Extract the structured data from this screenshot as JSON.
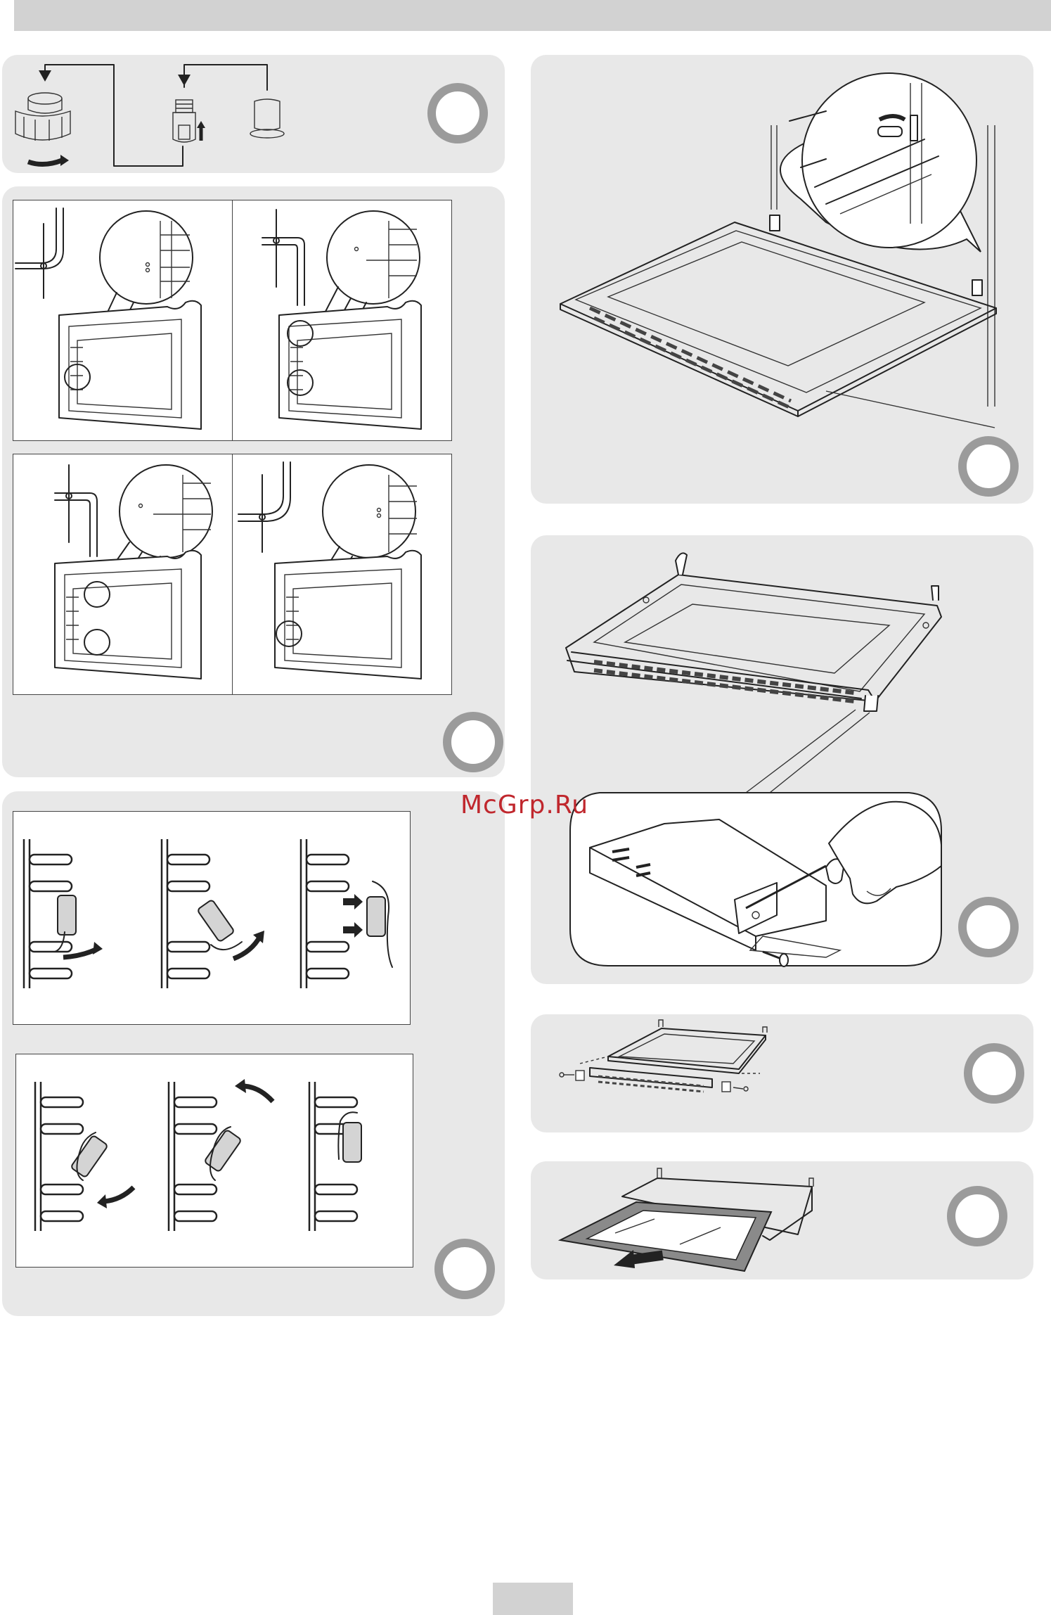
{
  "page": {
    "watermark_text": "McGrp.Ru",
    "watermark_color": "#c0272d",
    "panel_color": "#e8e8e8",
    "badge_color": "#9b9b9b",
    "bar_color": "#d2d2d2"
  },
  "figures": [
    {
      "id": "lamp-bulb-replacement",
      "icon": "lamp-cover-icon"
    },
    {
      "id": "rack-positions",
      "icon": "shelf-rail-icon"
    },
    {
      "id": "side-rail-clips",
      "icon": "clip-icon"
    },
    {
      "id": "door-removal",
      "icon": "oven-door-icon"
    },
    {
      "id": "door-screw",
      "icon": "screwdriver-icon"
    },
    {
      "id": "door-strip-exploded",
      "icon": "door-strip-icon"
    },
    {
      "id": "door-glass-removal",
      "icon": "glass-pane-icon"
    }
  ]
}
